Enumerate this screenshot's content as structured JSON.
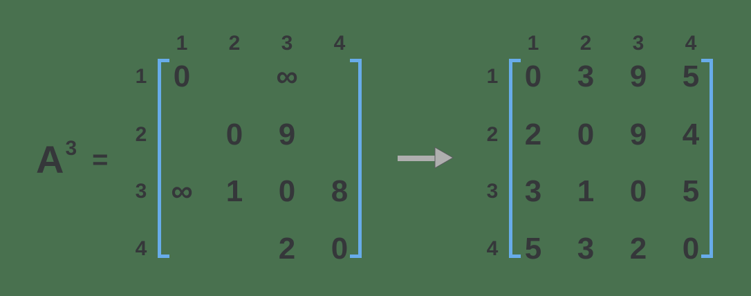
{
  "colors": {
    "background": "#49714F",
    "text": "#35373A",
    "bracket": "#68ACEA",
    "arrow": "#AFAFAF",
    "arrow_outline": "#5A5C5E"
  },
  "equation": {
    "base": "A",
    "exponent": "3",
    "equals": "="
  },
  "arrow": {
    "icon": "right-arrow"
  },
  "matrices": [
    {
      "col_headers": [
        "1",
        "2",
        "3",
        "4"
      ],
      "rows": [
        {
          "label": "1",
          "cells": [
            "0",
            "",
            "∞",
            ""
          ]
        },
        {
          "label": "2",
          "cells": [
            "",
            "0",
            "9",
            ""
          ]
        },
        {
          "label": "3",
          "cells": [
            "∞",
            "1",
            "0",
            "8"
          ]
        },
        {
          "label": "4",
          "cells": [
            "",
            "",
            "2",
            "0"
          ]
        }
      ]
    },
    {
      "col_headers": [
        "1",
        "2",
        "3",
        "4"
      ],
      "rows": [
        {
          "label": "1",
          "cells": [
            "0",
            "3",
            "9",
            "5"
          ]
        },
        {
          "label": "2",
          "cells": [
            "2",
            "0",
            "9",
            "4"
          ]
        },
        {
          "label": "3",
          "cells": [
            "3",
            "1",
            "0",
            "5"
          ]
        },
        {
          "label": "4",
          "cells": [
            "5",
            "3",
            "2",
            "0"
          ]
        }
      ]
    }
  ]
}
